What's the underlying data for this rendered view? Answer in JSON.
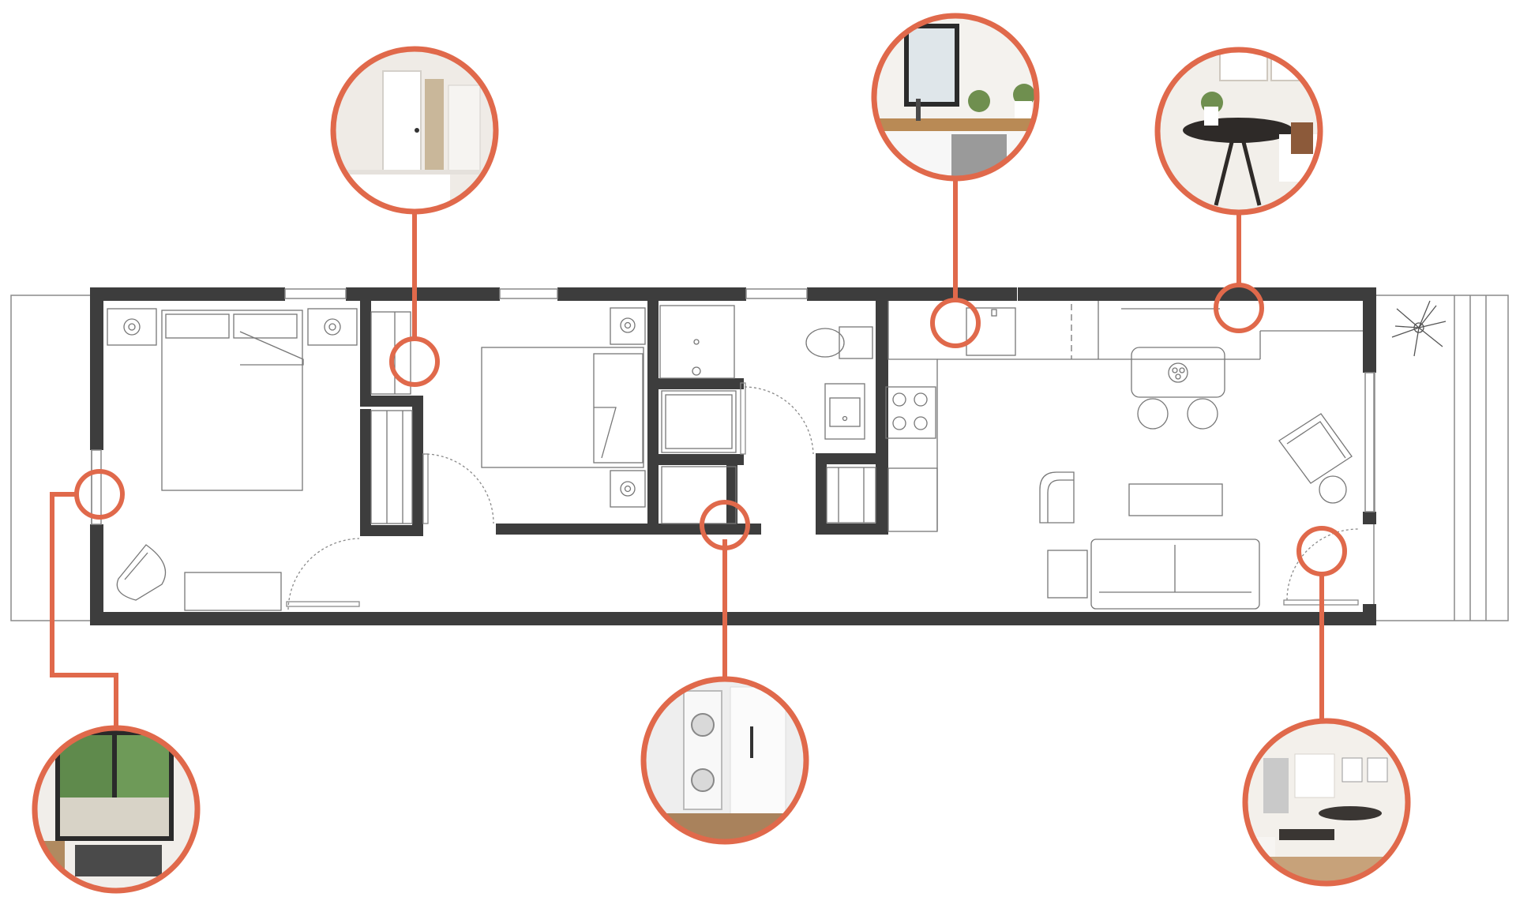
{
  "colors": {
    "accent": "#e0694b",
    "wall": "#3d3d3d",
    "line": "#8a8a8a",
    "background": "#ffffff"
  },
  "rooms": [
    "primary-bedroom",
    "closet",
    "second-bedroom",
    "shower",
    "laundry",
    "water-closet",
    "kitchen",
    "dining",
    "living"
  ],
  "photo_callouts": [
    {
      "subject": "bedroom-door-and-closet",
      "colors": [
        "#efebe6",
        "#ffffff",
        "#c9b79a"
      ]
    },
    {
      "subject": "kitchen-sink-window",
      "colors": [
        "#f4f2ee",
        "#b98a55",
        "#5a5a5a"
      ]
    },
    {
      "subject": "dining-table",
      "colors": [
        "#f2efea",
        "#2e2a28",
        "#8c5a3a"
      ]
    },
    {
      "subject": "sliding-glass-door",
      "colors": [
        "#5f8a4c",
        "#f1eeea",
        "#2a2a2a"
      ]
    },
    {
      "subject": "stacked-washer-dryer",
      "colors": [
        "#eeeeee",
        "#d9d9d9",
        "#a9825c"
      ]
    },
    {
      "subject": "living-and-kitchen",
      "colors": [
        "#f3f0eb",
        "#3a3633",
        "#c7a27a"
      ]
    }
  ]
}
